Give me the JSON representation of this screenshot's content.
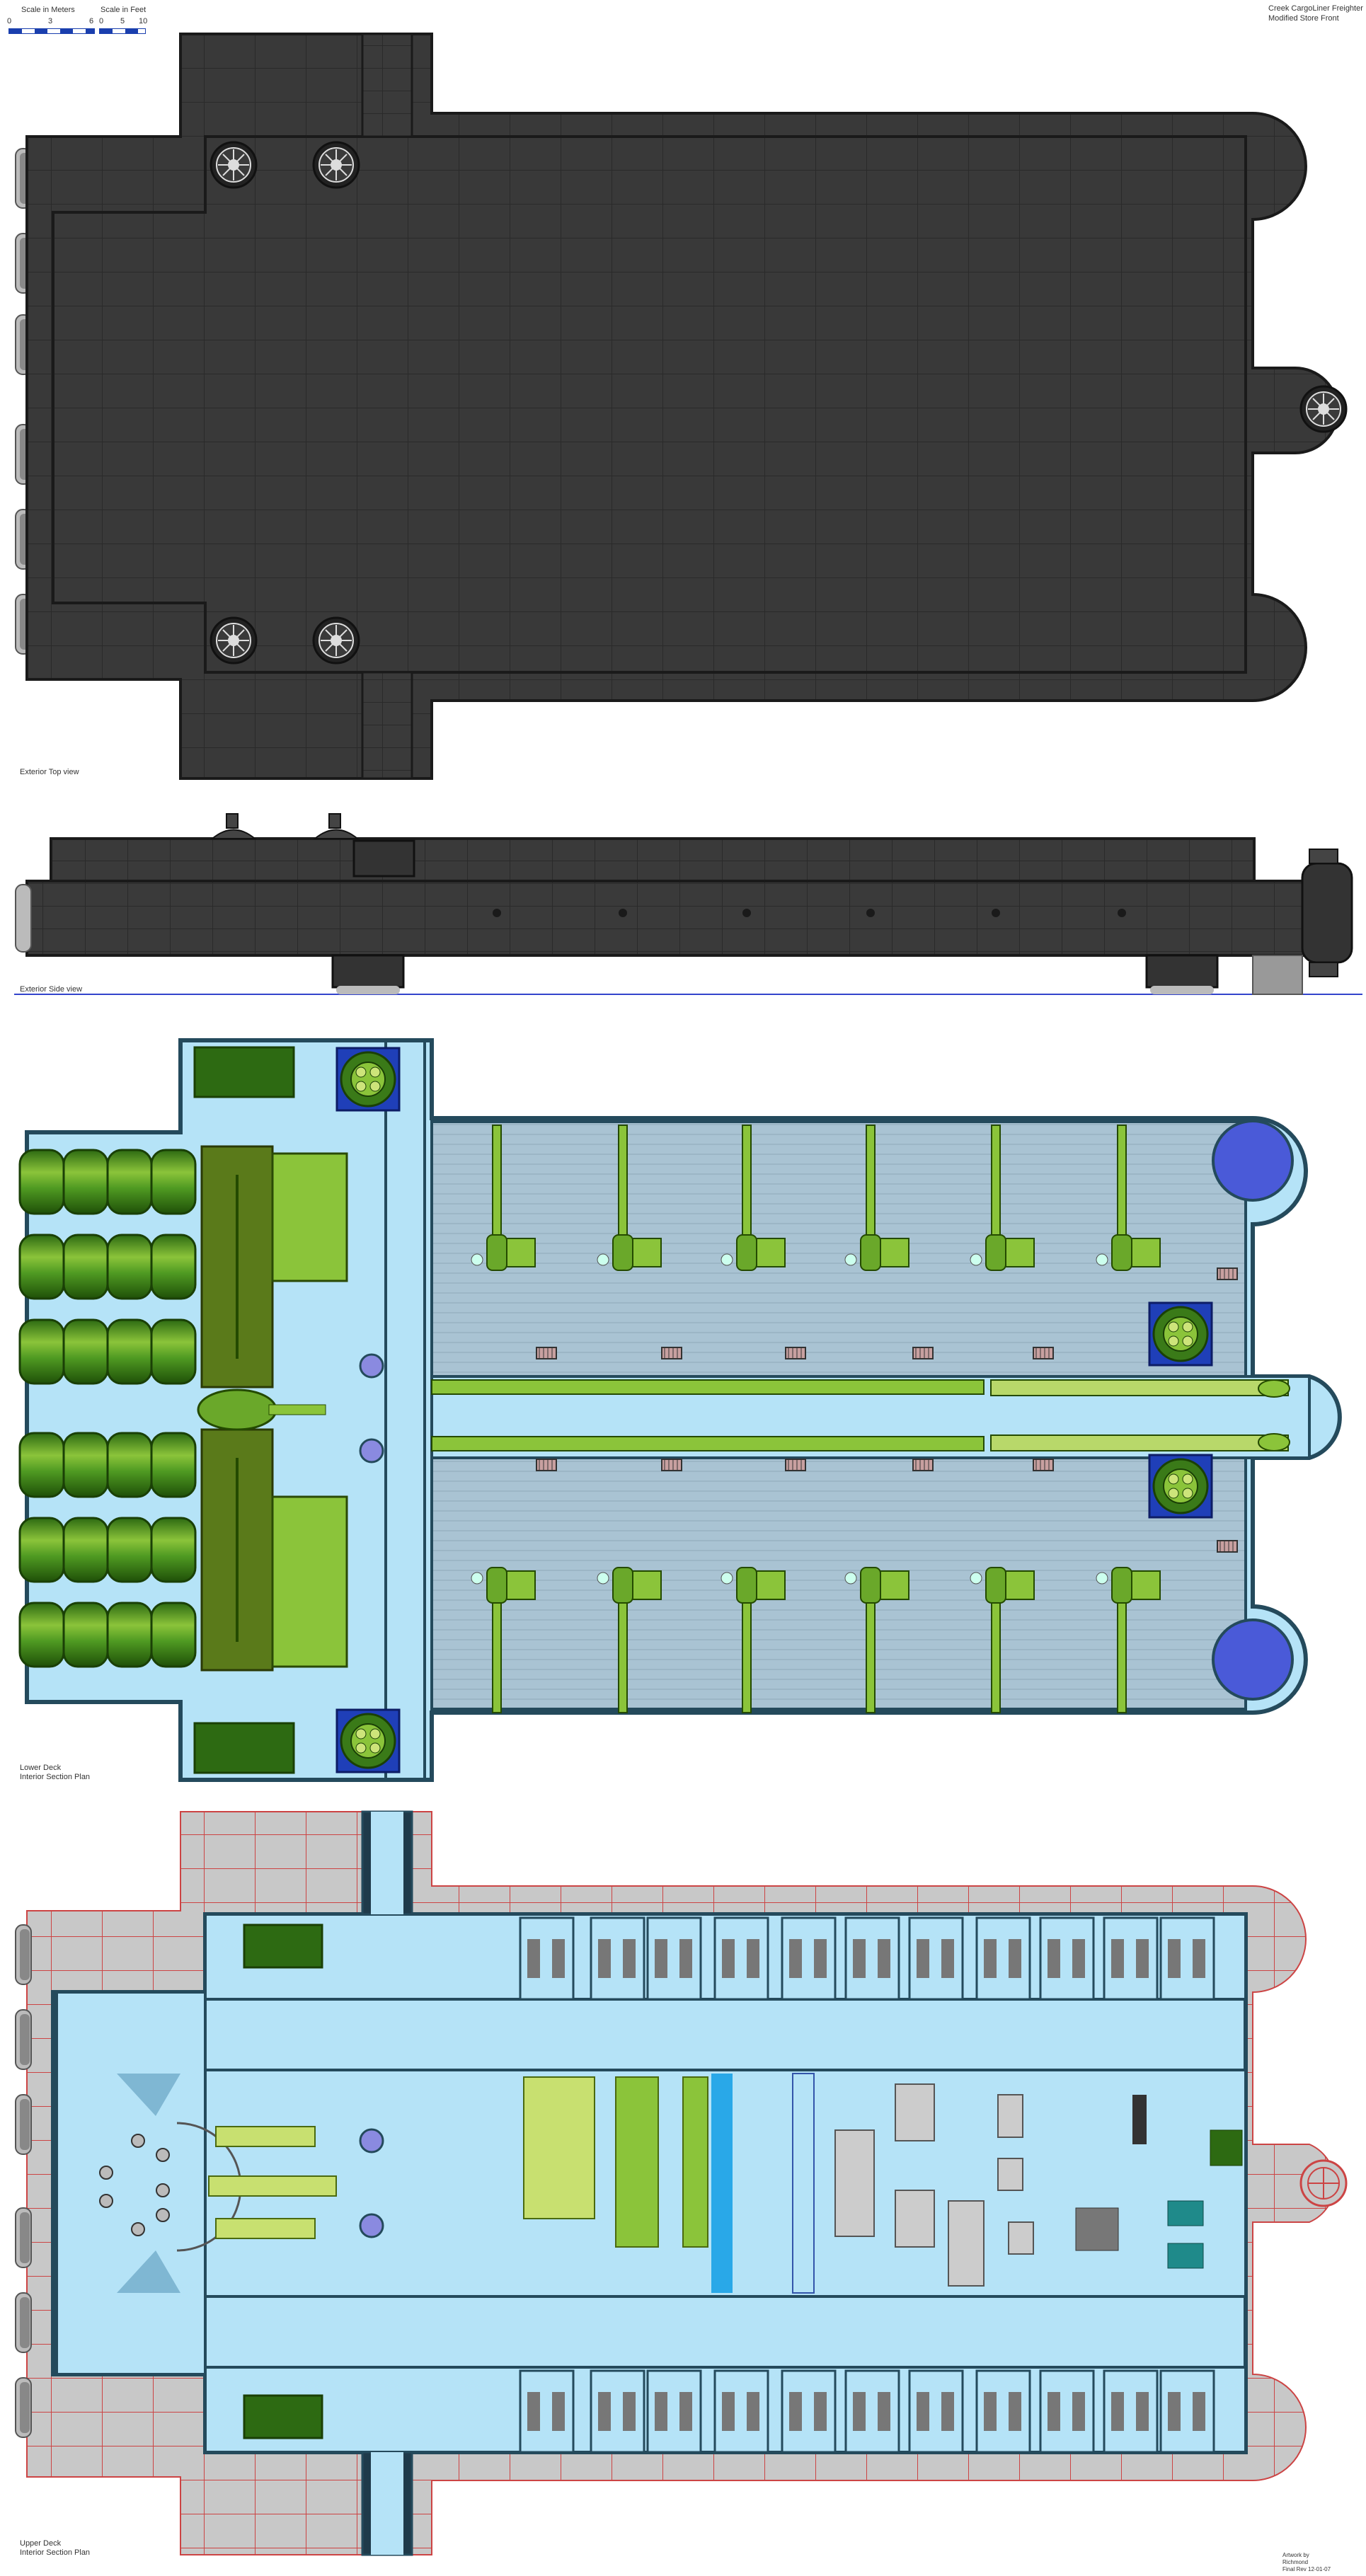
{
  "title_block": {
    "name": "Creek CargoLiner Freighter",
    "subtitle": "Modified Store Front"
  },
  "scales": {
    "meters_label": "Scale in Meters",
    "meters_ticks": [
      "0",
      "3",
      "6"
    ],
    "feet_label": "Scale in Feet",
    "feet_ticks": [
      "0",
      "5",
      "10"
    ]
  },
  "views": {
    "top_view": "Exterior Top view",
    "side_view": "Exterior Side view",
    "lower_deck_line1": "Lower Deck",
    "lower_deck_line2": "Interior Section Plan",
    "upper_deck_line1": "Upper Deck",
    "upper_deck_line2": "Interior Section Plan"
  },
  "credits": {
    "line1": "Artwork by",
    "line2": "Richmond",
    "line3": "Final Rev 12-01-07"
  },
  "colors": {
    "hull_dark": "#3a3a3a",
    "hull_panel": "#2e2e2e",
    "interior_floor": "#b5e3f7",
    "wall": "#244a5c",
    "cargo_floor": "#a9c3d3",
    "tank_green": "#3f8a1c",
    "light_green": "#8bc43a",
    "upper_deck_grid": "#c8c8c8",
    "grid_line": "#cc4444",
    "dome_blue": "#4a5ad8"
  }
}
